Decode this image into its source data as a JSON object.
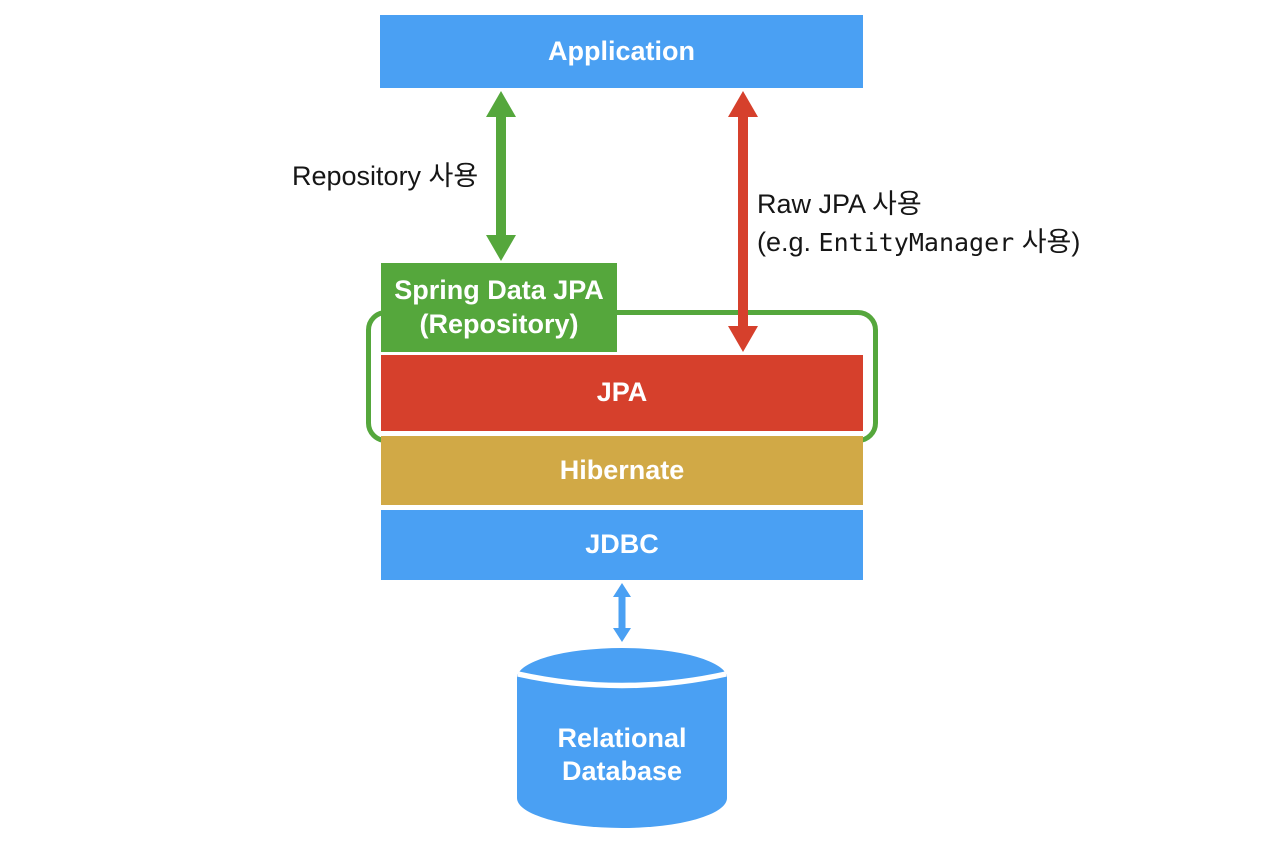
{
  "colors": {
    "blue": "#4AA0F3",
    "green": "#55A73C",
    "red": "#D6402C",
    "gold": "#D1A946",
    "box_text": "#FFFFFF",
    "label_text": "#161616",
    "background": "#FFFFFF"
  },
  "boxes": {
    "application": "Application",
    "spring_data_jpa_line1": "Spring Data JPA",
    "spring_data_jpa_line2": "(Repository)",
    "jpa": "JPA",
    "hibernate": "Hibernate",
    "jdbc": "JDBC",
    "database_line1": "Relational",
    "database_line2": "Database"
  },
  "labels": {
    "repository_usage": "Repository 사용",
    "raw_jpa_line1": "Raw JPA 사용",
    "raw_jpa_line2_prefix": "(e.g. ",
    "raw_jpa_line2_code": "EntityManager",
    "raw_jpa_line2_suffix": " 사용)"
  }
}
